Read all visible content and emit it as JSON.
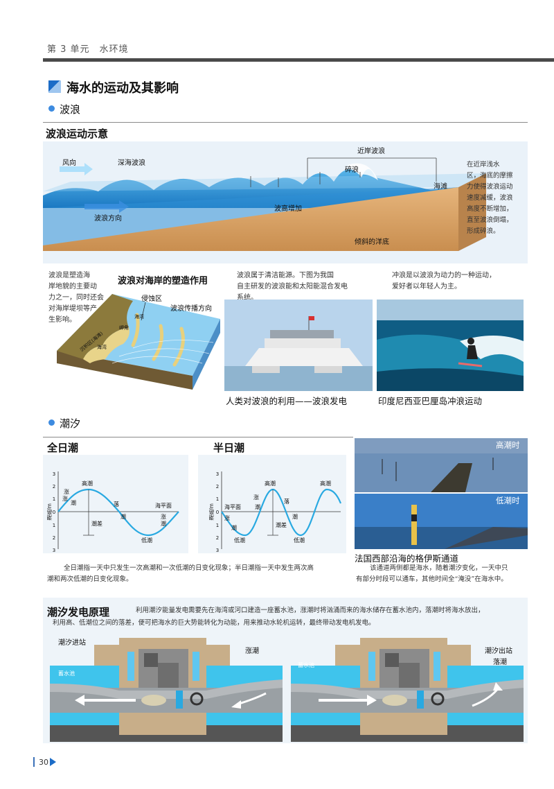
{
  "header": {
    "unit": "第 3 单元　水环境",
    "page": "30"
  },
  "section": {
    "title": "海水的运动及其影响"
  },
  "waves": {
    "heading": "波浪",
    "diagram_title": "波浪运动示意",
    "labels": {
      "wind": "风向",
      "deep": "深海波浪",
      "near": "近岸波浪",
      "break": "碎浪",
      "beach": "海滩",
      "dir": "波浪方向",
      "height": "波高增加",
      "slope": "倾斜的洋底"
    },
    "side_note": [
      "在近岸浅水",
      "区，海底的摩擦",
      "力使得波浪运动",
      "速度减缓，波浪",
      "高度不断增加，",
      "直至波浪倒塌，",
      "形成碎浪。"
    ],
    "coast_note": [
      "波浪是塑造海",
      "岸地貌的主要动",
      "力之一，同时还会",
      "对海岸堤坝等产",
      "生影响。"
    ],
    "coast_title": "波浪对海岸的塑造作用",
    "coast_labels": {
      "erosion": "侵蚀区",
      "spread": "波浪传播方向",
      "bay1": "海湾",
      "cape": "岬角",
      "sedi": "沉积区(海滩)",
      "bay2": "海湾"
    },
    "energy_note": [
      "波浪属于清洁能源。下图为我国",
      "自主研发的波浪能和太阳能混合发电",
      "系统。"
    ],
    "surf_note": [
      "冲浪是以波浪为动力的一种运动，",
      "爱好者以年轻人为主。"
    ],
    "photo1_caption": "人类对波浪的利用——波浪发电",
    "photo2_caption": "印度尼西亚巴厘岛冲浪运动"
  },
  "tides": {
    "heading": "潮汐",
    "diurnal": {
      "title": "全日潮",
      "ylabel": "潮高/m",
      "high": "高潮",
      "low": "低潮",
      "rise": "涨",
      "fall": "落",
      "tide": "潮",
      "range": "潮差",
      "mean": "海平面"
    },
    "semidiurnal": {
      "title": "半日潮",
      "ylabel": "潮高/m",
      "high": "高潮",
      "low": "低潮",
      "rise": "涨",
      "fall": "落",
      "tide": "潮",
      "range": "潮差",
      "mean": "海平面"
    },
    "yticks": [
      "3",
      "2",
      "1",
      "0",
      "1",
      "2",
      "3"
    ],
    "desc": [
      "全日潮指一天中只发生一次高潮和一次低潮的日变化现象；半日潮指一天中发生两次高",
      "潮和两次低潮的日变化现象。"
    ],
    "photo_high": "高潮时",
    "photo_low": "低潮时",
    "photo_caption": "法国西部沿海的格伊斯通道",
    "photo_note": [
      "该通道两侧都是海水，随着潮汐变化，一天中只",
      "有部分时段可以通车，其他时间全“淹没”在海水中。"
    ]
  },
  "power": {
    "title": "潮汐发电原理",
    "desc": [
      "利用潮汐能量发电需要先在海湾或河口建造一座蓄水池，涨潮时将汹涌而来的海水储存在蓄水池内，落潮时将海水放出，",
      "利用高、低潮位之间的落差，便可把海水的巨大势能转化为动能，用来推动水轮机运转，最终带动发电机发电。"
    ],
    "left": {
      "station": "潮汐进站",
      "reservoir": "蓄水池",
      "state": "涨潮"
    },
    "right": {
      "reservoir": "蓄水池",
      "station": "潮汐出站",
      "state": "落潮"
    }
  },
  "colors": {
    "accent": "#1c6cc7",
    "sea": "#3aa0dc",
    "sand": "#d9a66b",
    "concrete": "#b89e7c"
  }
}
